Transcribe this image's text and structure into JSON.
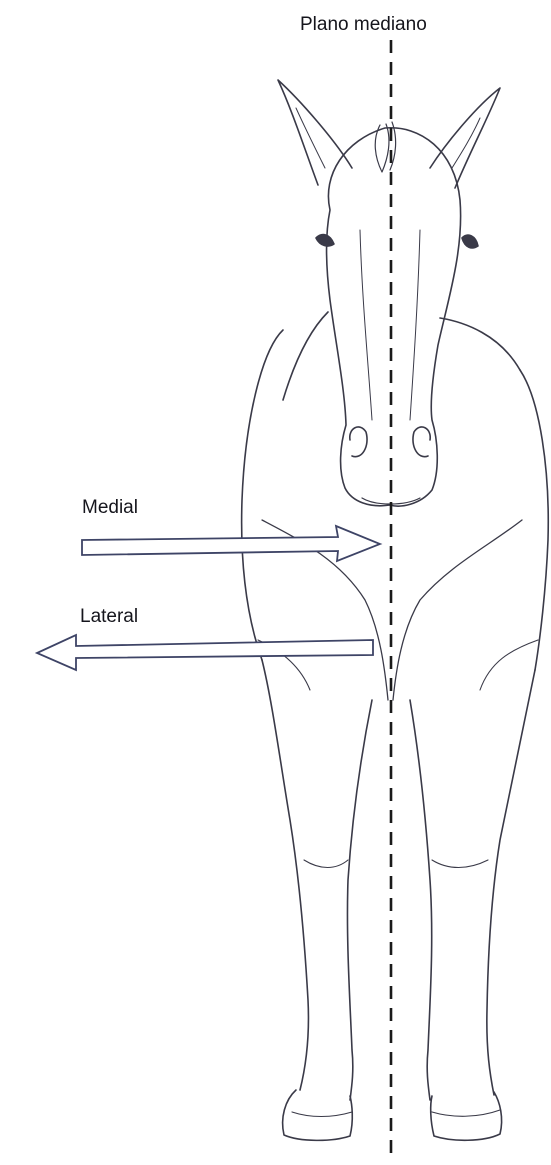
{
  "labels": {
    "median_plane": "Plano mediano",
    "medial": "Medial",
    "lateral": "Lateral"
  },
  "colors": {
    "outline": "#3a3a48",
    "arrow": "#3e4466",
    "median_line": "#1a1a1a",
    "text": "#15151c"
  },
  "illustration": "line drawing of a horse seen from the front"
}
